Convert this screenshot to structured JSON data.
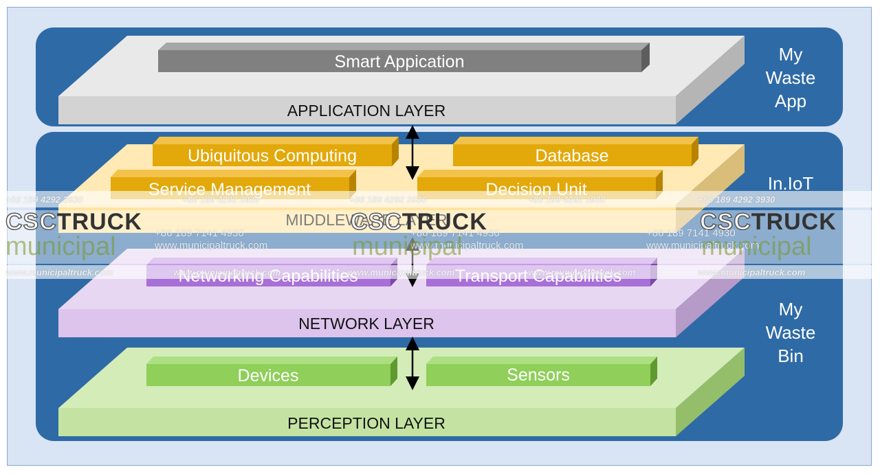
{
  "layers": {
    "application": {
      "title": "APPLICATION LAYER",
      "items": [
        "Smart Appication"
      ]
    },
    "middleware": {
      "title": "MIDDLEWARE LAYER",
      "items": [
        "Ubiquitous Computing",
        "Database",
        "Service Management",
        "Decision Unit"
      ]
    },
    "network": {
      "title": "NETWORK LAYER",
      "items": [
        "Networking Capabilities",
        "Transport Capabilities"
      ]
    },
    "perception": {
      "title": "PERCEPTION LAYER",
      "items": [
        "Devices",
        "Sensors"
      ]
    }
  },
  "side_labels": {
    "app": "My\nWaste\nApp",
    "iot": "In.IoT",
    "bin": "My\nWaste\nBin"
  },
  "watermark": {
    "phone1": "+86 189 4292 3930",
    "phone2": "+86 189 7141 4930",
    "website": "www.municipaltruck.com",
    "brand_a": "CSC",
    "brand_b": "TRUCK",
    "sub": "municipal"
  },
  "colors": {
    "panel": "#2e6aa6",
    "application": "#d3d3d3",
    "middleware": "#ffe3a0",
    "network": "#dcc4ec",
    "perception": "#c4e3a2",
    "box_gray": "#808080",
    "box_gold": "#e3a80a",
    "box_purple": "#a86fd6",
    "box_green": "#8fcf5a"
  }
}
